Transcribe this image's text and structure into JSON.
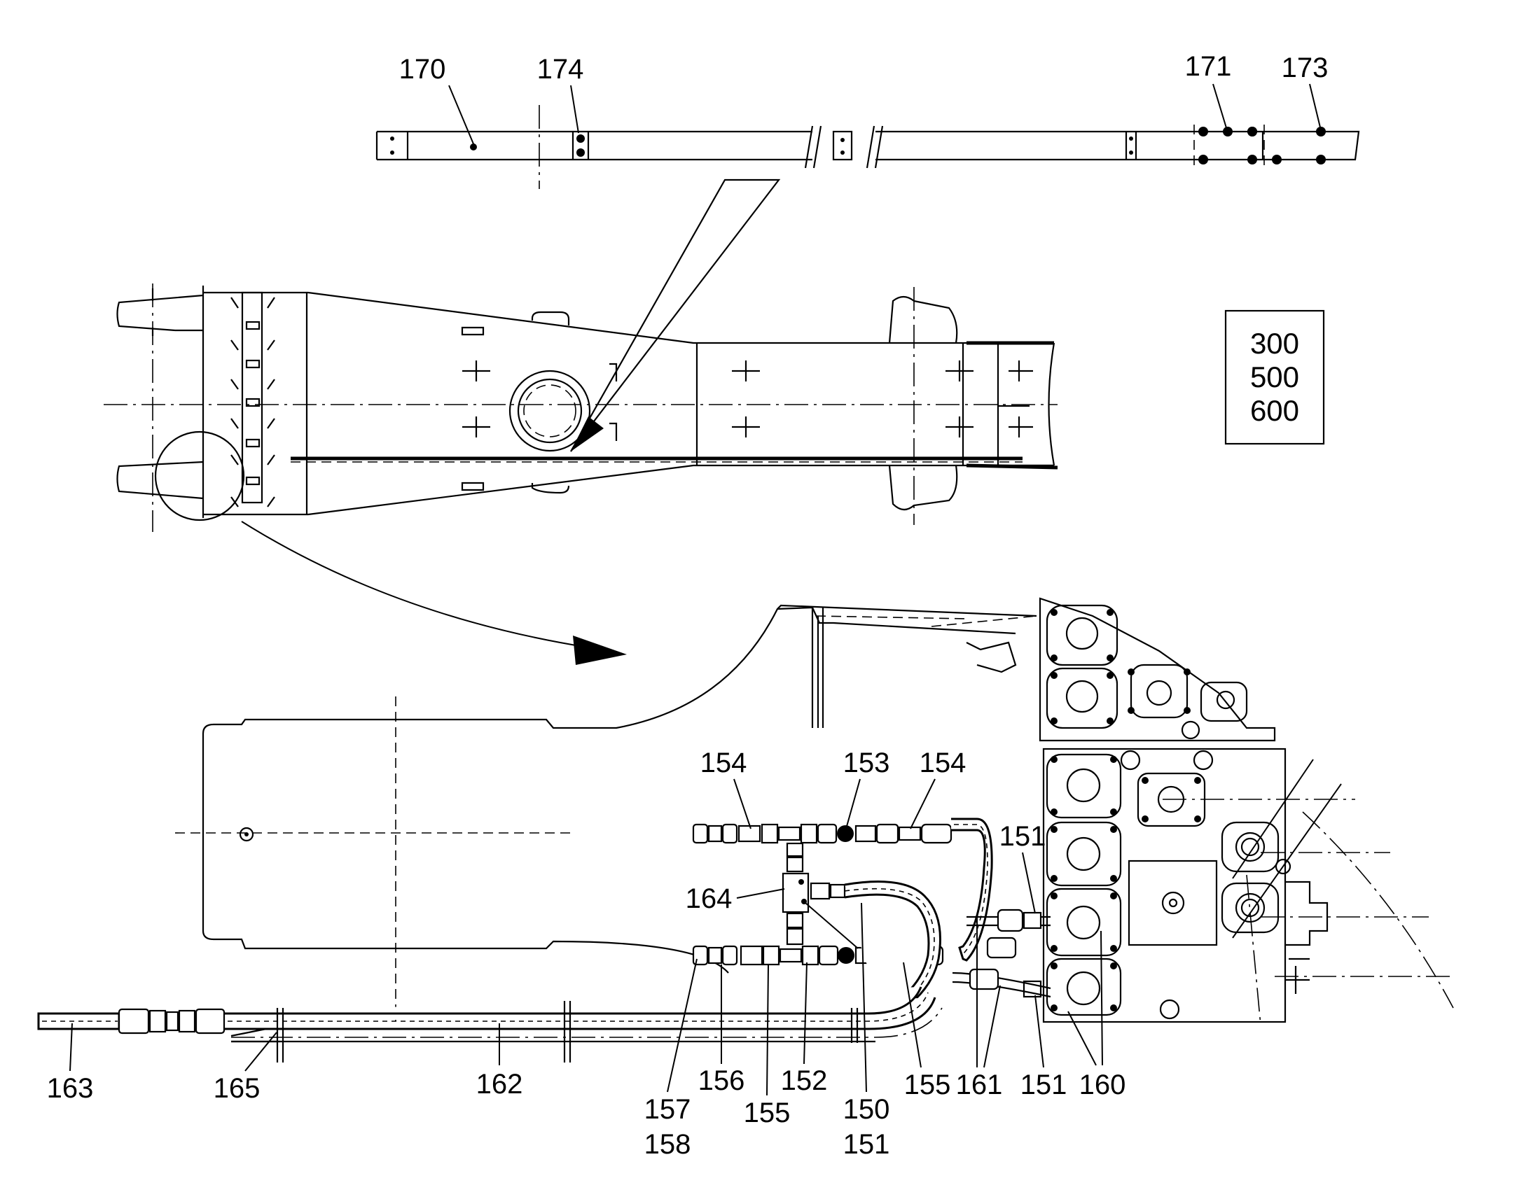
{
  "diagram": {
    "part_callouts": {
      "c170": "170",
      "c174": "174",
      "c171": "171",
      "c173": "173",
      "c154a": "154",
      "c153": "153",
      "c154b": "154",
      "c151a": "151",
      "c164": "164",
      "c163": "163",
      "c165": "165",
      "c162": "162",
      "c157": "157",
      "c158": "158",
      "c156": "156",
      "c155a": "155",
      "c152": "152",
      "c150": "150",
      "c151b": "151",
      "c155b": "155",
      "c161": "161",
      "c151c": "151",
      "c160": "160"
    },
    "model_box": [
      "300",
      "500",
      "600"
    ]
  }
}
